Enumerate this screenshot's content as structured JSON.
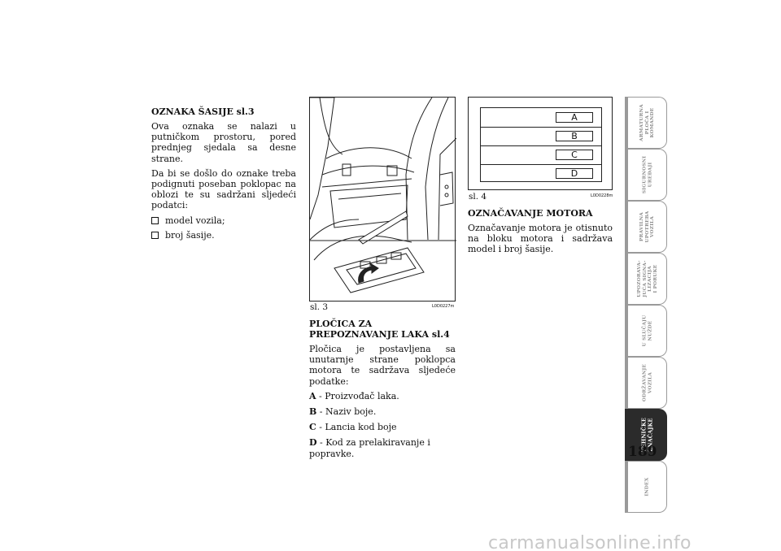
{
  "left_column": {
    "heading": "OZNAKA  ŠASIJE sl.3",
    "para1": "Ova oznaka se nalazi u putničkom prostoru, pored prednjeg sjedala sa desne strane.",
    "para2": "Da bi se došlo do oznake treba podignuti poseban poklopac na oblozi te su sadržani sljedeći podatci:",
    "bullets": [
      "model vozila;",
      "broj šasije."
    ]
  },
  "figure3": {
    "caption": "sl. 3",
    "code": "L0D0227m"
  },
  "middle_column": {
    "heading": "PLOČICA ZA PREPOZNAVANJE LAKA sl.4",
    "para": "Pločica je postavljena sa unutarnje strane poklopca motora te sadržava sljedeće podatke:",
    "items": [
      {
        "key": "A",
        "text": " - Proizvođač laka."
      },
      {
        "key": "B",
        "text": " - Naziv boje."
      },
      {
        "key": "C",
        "text": " - Lancia kod boje"
      },
      {
        "key": "D",
        "text": " - Kod za prelakiravanje i popravke."
      }
    ]
  },
  "figure4": {
    "caption": "sl. 4",
    "code": "L0D0228m",
    "labels": [
      "A",
      "B",
      "C",
      "D"
    ]
  },
  "right_column": {
    "heading": "OZNAČAVANJE MOTORA",
    "para": "Označavanje motora je otisnuto na bloku motora i sadržava model i broj šasije."
  },
  "side_tabs": [
    {
      "label": "ARMATURNA\nPLOČA I\nKOMANDE",
      "active": false
    },
    {
      "label": "SIGURNOSNI\nUREĐAJI",
      "active": false
    },
    {
      "label": "PRAVILNA\nUPOTREBA\nVOZILA",
      "active": false
    },
    {
      "label": "UPOZORAVA-\nJUĆA SIGNA-\nLIZACIJA\nI PORUKE",
      "active": false
    },
    {
      "label": "U SLUČAJU\nNUŽDE",
      "active": false
    },
    {
      "label": "ODRŽAVANJE\nVOZILA",
      "active": false
    },
    {
      "label": "TEHNIČKE\nZNAČAJKE",
      "active": true
    },
    {
      "label": "INDEX",
      "active": false
    }
  ],
  "page_number": "189",
  "watermark": "carmanualsonline.info"
}
